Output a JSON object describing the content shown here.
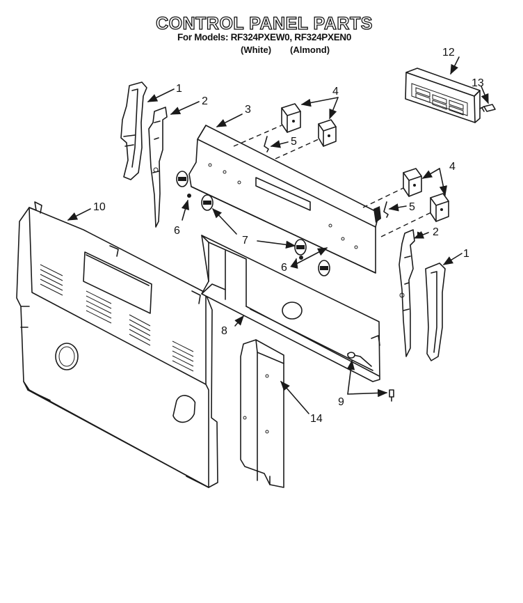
{
  "header": {
    "title": "CONTROL PANEL PARTS",
    "models_line": "For Models: RF324PXEW0, RF324PXEN0",
    "variant_white": "(White)",
    "variant_almond": "(Almond)"
  },
  "callouts": {
    "c1a": "1",
    "c1b": "1",
    "c2a": "2",
    "c2b": "2",
    "c3": "3",
    "c4a": "4",
    "c4b": "4",
    "c5a": "5",
    "c5b": "5",
    "c6a": "6",
    "c6b": "6",
    "c7": "7",
    "c8": "8",
    "c9": "9",
    "c10": "10",
    "c12": "12",
    "c13": "13",
    "c14": "14"
  }
}
